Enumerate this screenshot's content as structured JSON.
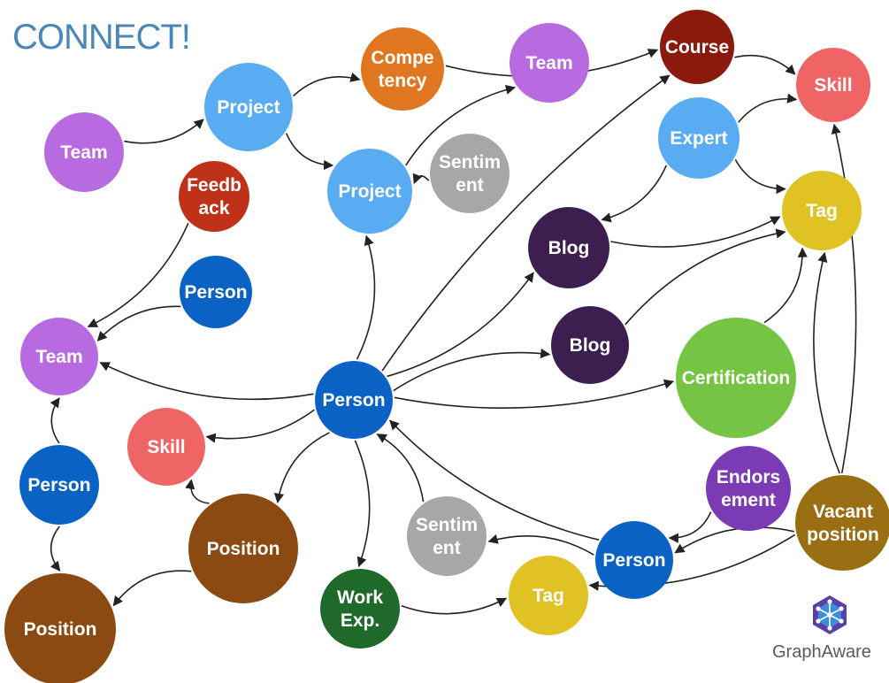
{
  "title": "CONNECT!",
  "brand": {
    "name": "GraphAware",
    "logo_icon": "graphaware-hex-logo-icon"
  },
  "nodes": [
    {
      "id": "team1",
      "lines": [
        "Team"
      ],
      "color": "#b86be0"
    },
    {
      "id": "project1",
      "lines": [
        "Project"
      ],
      "color": "#5aacf2"
    },
    {
      "id": "competency",
      "lines": [
        "Compe",
        "tency"
      ],
      "color": "#e0761f"
    },
    {
      "id": "team2",
      "lines": [
        "Team"
      ],
      "color": "#b86be0"
    },
    {
      "id": "course",
      "lines": [
        "Course"
      ],
      "color": "#8b1a0e"
    },
    {
      "id": "skill1",
      "lines": [
        "Skill"
      ],
      "color": "#ef6565"
    },
    {
      "id": "expert",
      "lines": [
        "Expert"
      ],
      "color": "#5aacf2"
    },
    {
      "id": "sentiment1",
      "lines": [
        "Sentim",
        "ent"
      ],
      "color": "#a7a7a7"
    },
    {
      "id": "project2",
      "lines": [
        "Project"
      ],
      "color": "#5aacf2"
    },
    {
      "id": "feedback",
      "lines": [
        "Feedb",
        "ack"
      ],
      "color": "#c0311a"
    },
    {
      "id": "tag1",
      "lines": [
        "Tag"
      ],
      "color": "#e0c224"
    },
    {
      "id": "blog1",
      "lines": [
        "Blog"
      ],
      "color": "#3d1f4f"
    },
    {
      "id": "person1",
      "lines": [
        "Person"
      ],
      "color": "#0a63c4"
    },
    {
      "id": "blog2",
      "lines": [
        "Blog"
      ],
      "color": "#3d1f4f"
    },
    {
      "id": "team3",
      "lines": [
        "Team"
      ],
      "color": "#b86be0"
    },
    {
      "id": "certification",
      "lines": [
        "Certification"
      ],
      "color": "#75c443"
    },
    {
      "id": "person_center",
      "lines": [
        "Person"
      ],
      "color": "#0a63c4"
    },
    {
      "id": "skill2",
      "lines": [
        "Skill"
      ],
      "color": "#ef6565"
    },
    {
      "id": "person2",
      "lines": [
        "Person"
      ],
      "color": "#0a63c4"
    },
    {
      "id": "endorsement",
      "lines": [
        "Endors",
        "ement"
      ],
      "color": "#7a3bb4"
    },
    {
      "id": "vacant",
      "lines": [
        "Vacant",
        "position"
      ],
      "color": "#9a6e12"
    },
    {
      "id": "sentiment2",
      "lines": [
        "Sentim",
        "ent"
      ],
      "color": "#a7a7a7"
    },
    {
      "id": "position1",
      "lines": [
        "Position"
      ],
      "color": "#8a4a12"
    },
    {
      "id": "person3",
      "lines": [
        "Person"
      ],
      "color": "#0a63c4"
    },
    {
      "id": "workexp",
      "lines": [
        "Work",
        "Exp."
      ],
      "color": "#1f6a2a"
    },
    {
      "id": "tag2",
      "lines": [
        "Tag"
      ],
      "color": "#e0c224"
    },
    {
      "id": "position2",
      "lines": [
        "Position"
      ],
      "color": "#8a4a12"
    }
  ],
  "edges": [
    {
      "from": "team1",
      "to": "project1"
    },
    {
      "from": "project1",
      "to": "competency"
    },
    {
      "from": "competency",
      "to": "course"
    },
    {
      "from": "course",
      "to": "skill1"
    },
    {
      "from": "project1",
      "to": "project2"
    },
    {
      "from": "project2",
      "to": "team2"
    },
    {
      "from": "sentiment1",
      "to": "project2"
    },
    {
      "from": "expert",
      "to": "skill1"
    },
    {
      "from": "expert",
      "to": "tag1"
    },
    {
      "from": "expert",
      "to": "blog1"
    },
    {
      "from": "blog1",
      "to": "tag1"
    },
    {
      "from": "blog2",
      "to": "tag1"
    },
    {
      "from": "certification",
      "to": "tag1"
    },
    {
      "from": "vacant",
      "to": "tag1"
    },
    {
      "from": "vacant",
      "to": "skill1"
    },
    {
      "from": "feedback",
      "to": "team3"
    },
    {
      "from": "person1",
      "to": "team3"
    },
    {
      "from": "person_center",
      "to": "team3"
    },
    {
      "from": "person_center",
      "to": "project2"
    },
    {
      "from": "person_center",
      "to": "course"
    },
    {
      "from": "person_center",
      "to": "blog1"
    },
    {
      "from": "person_center",
      "to": "blog2"
    },
    {
      "from": "person_center",
      "to": "certification"
    },
    {
      "from": "person_center",
      "to": "skill2"
    },
    {
      "from": "person_center",
      "to": "position1"
    },
    {
      "from": "person_center",
      "to": "workexp"
    },
    {
      "from": "sentiment2",
      "to": "person_center"
    },
    {
      "from": "person2",
      "to": "person_center"
    },
    {
      "from": "person2",
      "to": "sentiment2"
    },
    {
      "from": "endorsement",
      "to": "person2"
    },
    {
      "from": "vacant",
      "to": "person2"
    },
    {
      "from": "vacant",
      "to": "tag2"
    },
    {
      "from": "workexp",
      "to": "tag2"
    },
    {
      "from": "position1",
      "to": "skill2"
    },
    {
      "from": "position1",
      "to": "position2"
    },
    {
      "from": "person3",
      "to": "team3"
    },
    {
      "from": "person3",
      "to": "position2"
    }
  ]
}
